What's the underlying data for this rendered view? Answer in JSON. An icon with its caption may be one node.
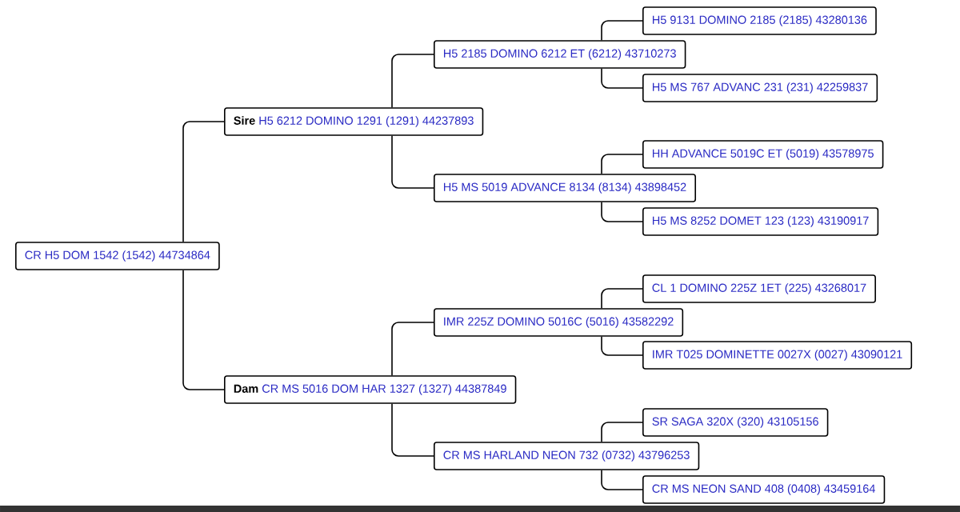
{
  "diagram": {
    "nodes": [
      {
        "text": [
          "CR H5 DOM 1542 (1542) 44734864"
        ]
      },
      {
        "text": [
          "Sire",
          "H5 6212 DOMINO 1291 (1291) 44237893"
        ]
      },
      {
        "text": [
          "H5 2185 DOMINO 6212 ET (6212) 43710273"
        ]
      },
      {
        "text": [
          "H5 9131 DOMINO 2185 (2185) 43280136"
        ]
      },
      {
        "text": [
          "H5 MS 767 ADVANC 231 (231) 42259837"
        ]
      },
      {
        "text": [
          "H5 MS 5019 ADVANCE 8134 (8134) 43898452"
        ]
      },
      {
        "text": [
          "HH ADVANCE 5019C ET (5019) 43578975"
        ]
      },
      {
        "text": [
          "H5 MS 8252 DOMET 123 (123) 43190917"
        ]
      },
      {
        "text": [
          "Dam",
          "CR MS 5016 DOM HAR 1327 (1327) 44387849"
        ]
      },
      {
        "text": [
          "IMR 225Z DOMINO 5016C (5016) 43582292"
        ]
      },
      {
        "text": [
          "CL 1 DOMINO 225Z 1ET (225) 43268017"
        ]
      },
      {
        "text": [
          "IMR T025 DOMINETTE 0027X (0027) 43090121"
        ]
      },
      {
        "text": [
          "CR MS HARLAND NEON 732 (0732) 43796253"
        ]
      },
      {
        "text": [
          "SR SAGA 320X (320) 43105156"
        ]
      },
      {
        "text": [
          "CR MS NEON SAND 408 (0408) 43459164"
        ]
      }
    ],
    "edges": [
      {
        "from": 0,
        "to": 1,
        "arrow": "none"
      },
      {
        "from": 0,
        "to": 8,
        "arrow": "none"
      },
      {
        "from": 1,
        "to": 2,
        "arrow": "none"
      },
      {
        "from": 1,
        "to": 5,
        "arrow": "none"
      },
      {
        "from": 2,
        "to": 3,
        "arrow": "none"
      },
      {
        "from": 2,
        "to": 4,
        "arrow": "none"
      },
      {
        "from": 5,
        "to": 6,
        "arrow": "none"
      },
      {
        "from": 5,
        "to": 7,
        "arrow": "none"
      },
      {
        "from": 8,
        "to": 9,
        "arrow": "none"
      },
      {
        "from": 8,
        "to": 12,
        "arrow": "none"
      },
      {
        "from": 9,
        "to": 10,
        "arrow": "none"
      },
      {
        "from": 9,
        "to": 11,
        "arrow": "none"
      },
      {
        "from": 12,
        "to": 13,
        "arrow": "none"
      },
      {
        "from": 12,
        "to": 14,
        "arrow": "none"
      }
    ]
  }
}
